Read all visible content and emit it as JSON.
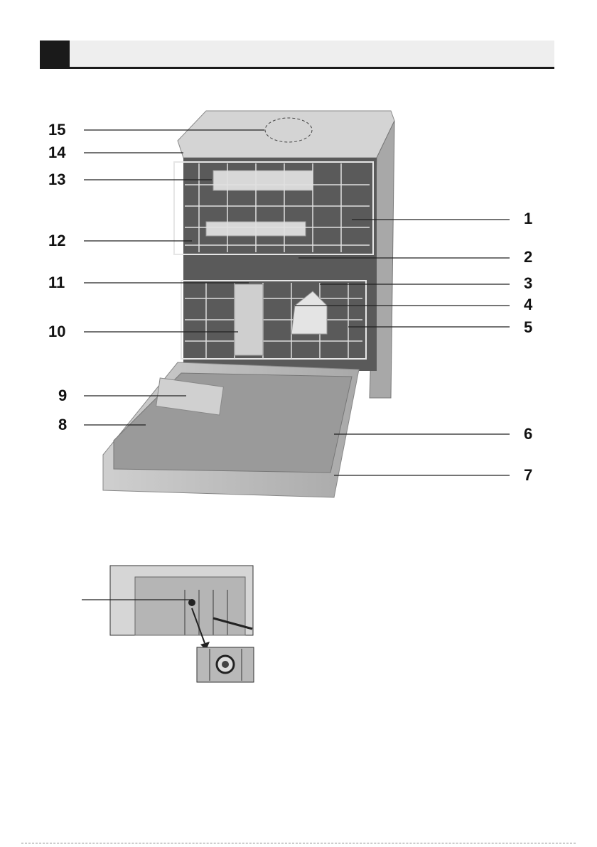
{
  "page": {
    "section_title": "",
    "callouts_left": [
      {
        "number": "15"
      },
      {
        "number": "14"
      },
      {
        "number": "13"
      },
      {
        "number": "12"
      },
      {
        "number": "11"
      },
      {
        "number": "10"
      },
      {
        "number": "9"
      },
      {
        "number": "8"
      }
    ],
    "callouts_right": [
      {
        "number": "1"
      },
      {
        "number": "2"
      },
      {
        "number": "3"
      },
      {
        "number": "4"
      },
      {
        "number": "5"
      },
      {
        "number": "6"
      },
      {
        "number": "7"
      }
    ],
    "colors": {
      "header_bg": "#eeeeee",
      "header_accent": "#1a1a1a",
      "photo_gray": "#bdbdbd"
    }
  }
}
